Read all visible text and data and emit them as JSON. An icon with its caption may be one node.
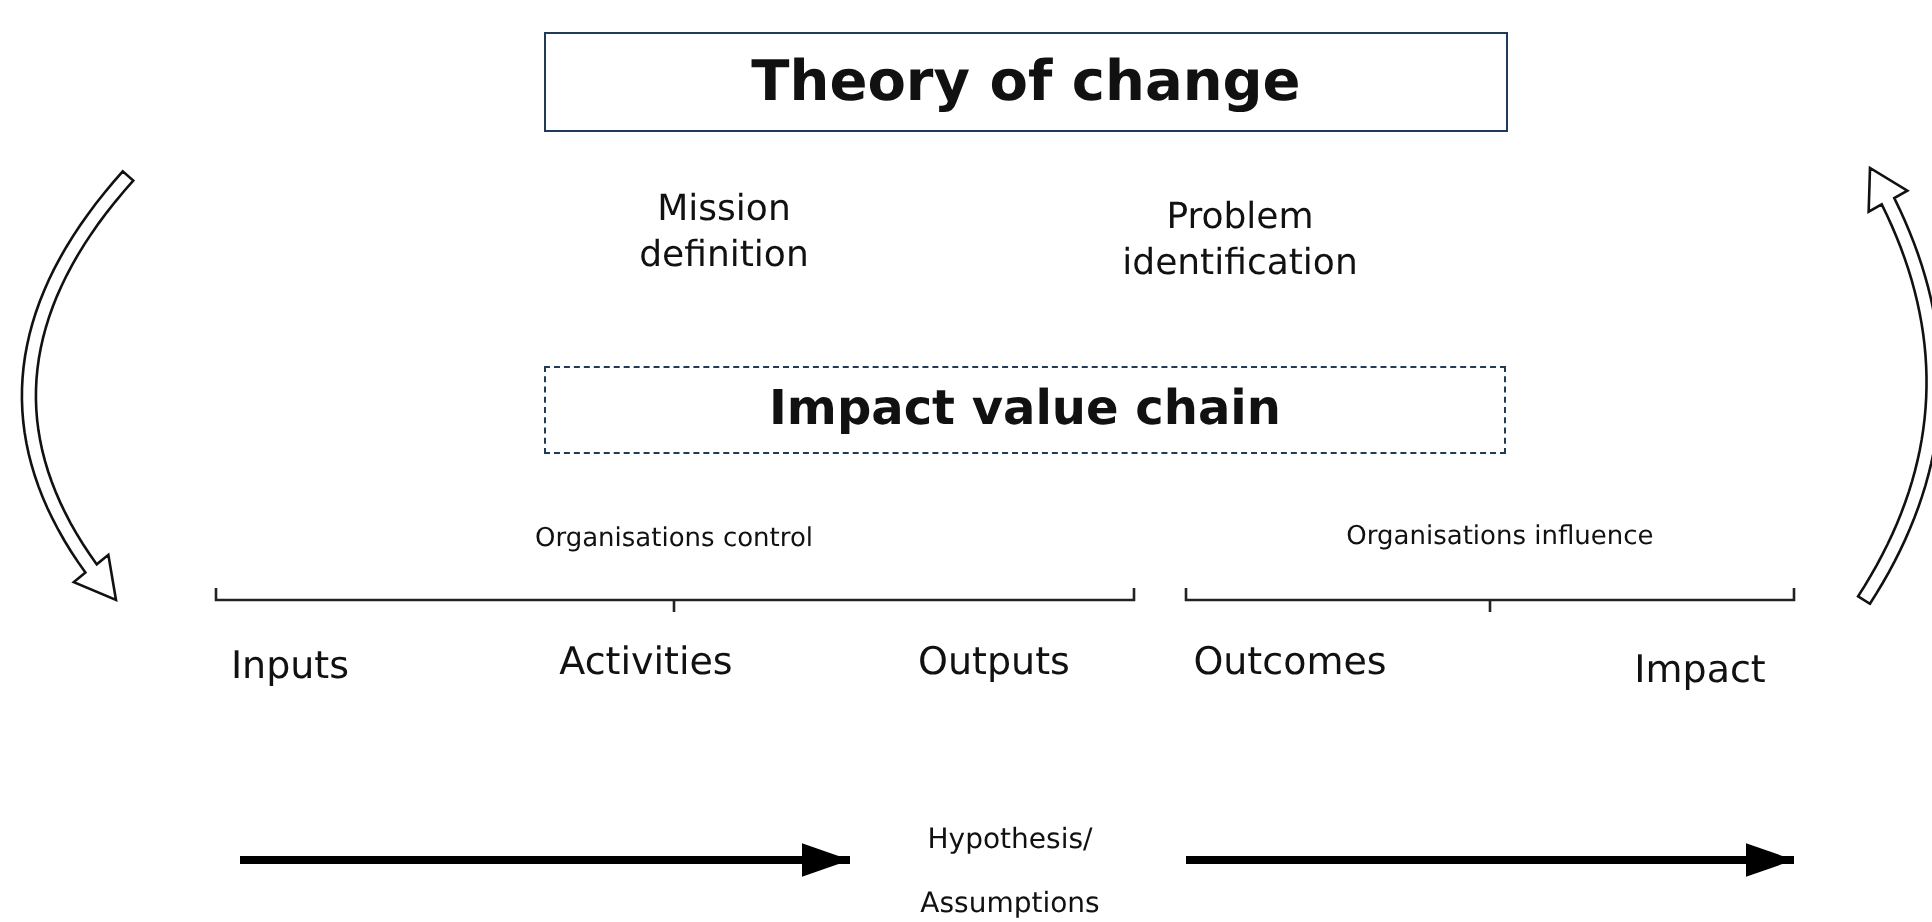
{
  "diagram": {
    "nodes": [
      {
        "text": [
          "Theory of change"
        ]
      },
      {
        "text": [
          "Mission definition"
        ]
      },
      {
        "text": [
          "Problem identification"
        ]
      },
      {
        "text": [
          "Impact value chain"
        ]
      },
      {
        "text": [
          "Inputs"
        ]
      },
      {
        "text": [
          "Activities"
        ]
      },
      {
        "text": [
          "Outputs"
        ]
      },
      {
        "text": [
          "Outcomes"
        ]
      },
      {
        "text": [
          "Impact"
        ]
      },
      {
        "text": [
          "Hypothesis/ Assumptions"
        ]
      }
    ],
    "edges": [
      {
        "from": null,
        "to": 9,
        "arrow": "to"
      },
      {
        "from": 9,
        "to": null,
        "arrow": "to"
      }
    ],
    "labels": [
      "Organisations control",
      "Organisations influence"
    ]
  }
}
